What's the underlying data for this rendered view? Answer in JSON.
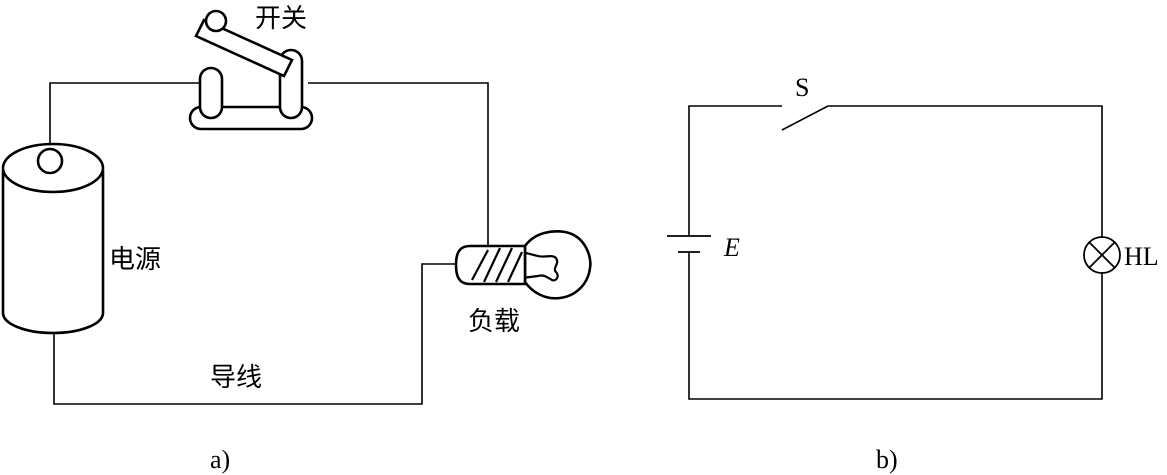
{
  "diagram_a": {
    "labels": {
      "switch": "开关",
      "power_source": "电源",
      "load": "负载",
      "wire": "导线"
    },
    "caption": "a)"
  },
  "diagram_b": {
    "labels": {
      "switch": "S",
      "source": "E",
      "lamp": "HL"
    },
    "caption": "b)"
  }
}
